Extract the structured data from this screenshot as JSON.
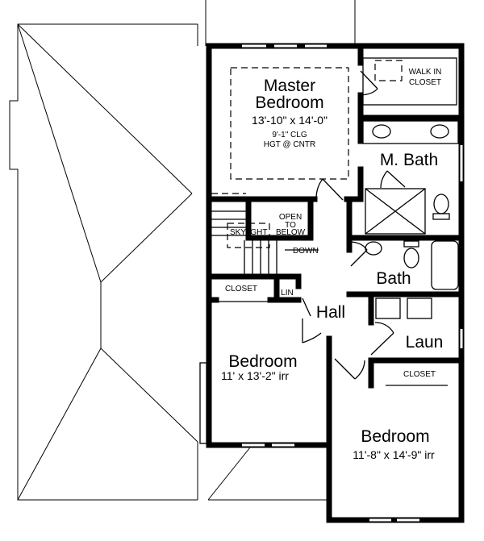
{
  "rooms": {
    "master_bedroom": {
      "name_line1": "Master",
      "name_line2": "Bedroom",
      "size": "13'-10\" x 14'-0\"",
      "ceiling_line1": "9'-1\" CLG",
      "ceiling_line2": "HGT @ CNTR"
    },
    "walk_in_closet": {
      "line1": "WALK IN",
      "line2": "CLOSET"
    },
    "master_bath": {
      "name": "M. Bath"
    },
    "open_to_below": {
      "line1": "OPEN",
      "line2": "TO",
      "line3": "BELOW"
    },
    "skylight": {
      "label": "SKY IGHT"
    },
    "stairs": {
      "label": "DOWN"
    },
    "bath": {
      "name": "Bath"
    },
    "closet_left": {
      "name": "CLOSET"
    },
    "linen": {
      "name": "LIN"
    },
    "hall": {
      "name": "Hall"
    },
    "laundry": {
      "name": "Laun"
    },
    "closet_right": {
      "name": "CLOSET"
    },
    "bedroom_2": {
      "name": "Bedroom",
      "size": "11' x 13'-2\" irr"
    },
    "bedroom_3": {
      "name": "Bedroom",
      "size": "11'-8\" x 14'-9\" irr"
    }
  }
}
